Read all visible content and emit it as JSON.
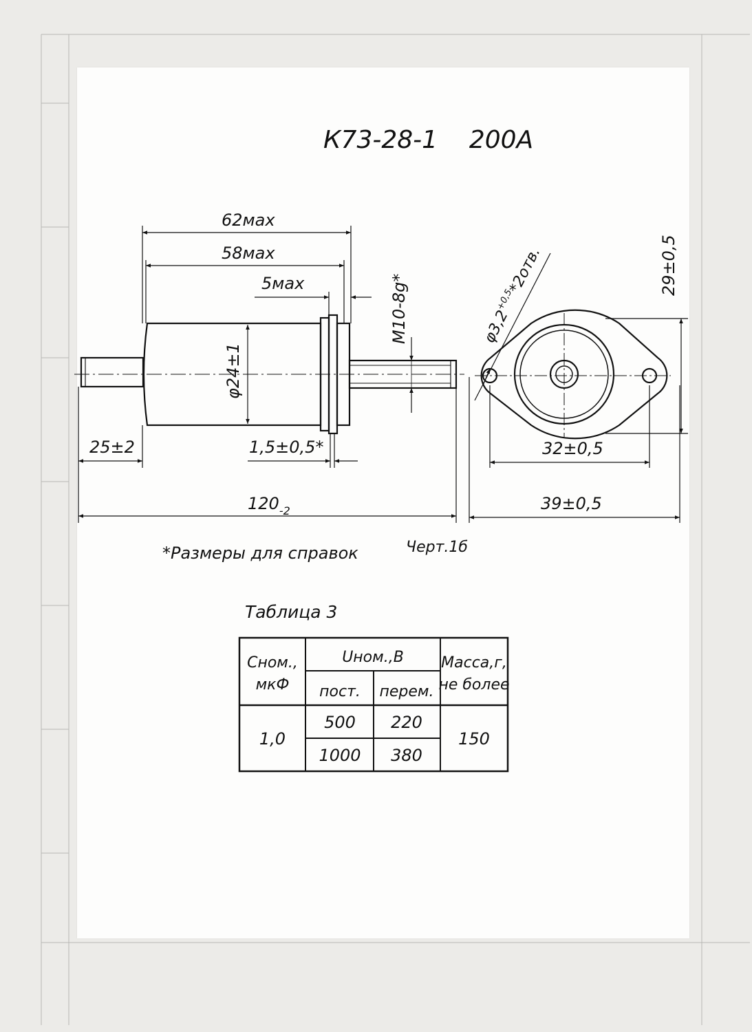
{
  "drawing": {
    "title": "К73-28-1    200А",
    "dimensions": {
      "len62": "62мах",
      "len58": "58мах",
      "len5": "5мах",
      "thread": "М10-8g*",
      "diam": "φ24±1",
      "lead": "25±2",
      "gap": "1,5±0,5*",
      "total_main": "120",
      "total_sub": "-2",
      "hole_main": "φ3,2",
      "hole_sup": "+0,5",
      "hole_tail": "*2отв.",
      "height": "29±0,5",
      "holes_dist": "32±0,5",
      "flange_width": "39±0,5"
    },
    "footnote": "*Размеры для справок",
    "drawing_ref": "Черт.1б"
  },
  "table": {
    "caption": "Таблица 3",
    "headers": {
      "cnom_line1": "Сном.,",
      "cnom_line2": "мкФ",
      "unom": "Uном.,В",
      "post": "пост.",
      "perem": "перем.",
      "mass_line1": "Масса,г,",
      "mass_line2": "не более"
    },
    "cnom_value": "1,0",
    "rows": [
      {
        "post": "500",
        "perem": "220"
      },
      {
        "post": "1000",
        "perem": "380"
      }
    ],
    "mass_value": "150"
  }
}
